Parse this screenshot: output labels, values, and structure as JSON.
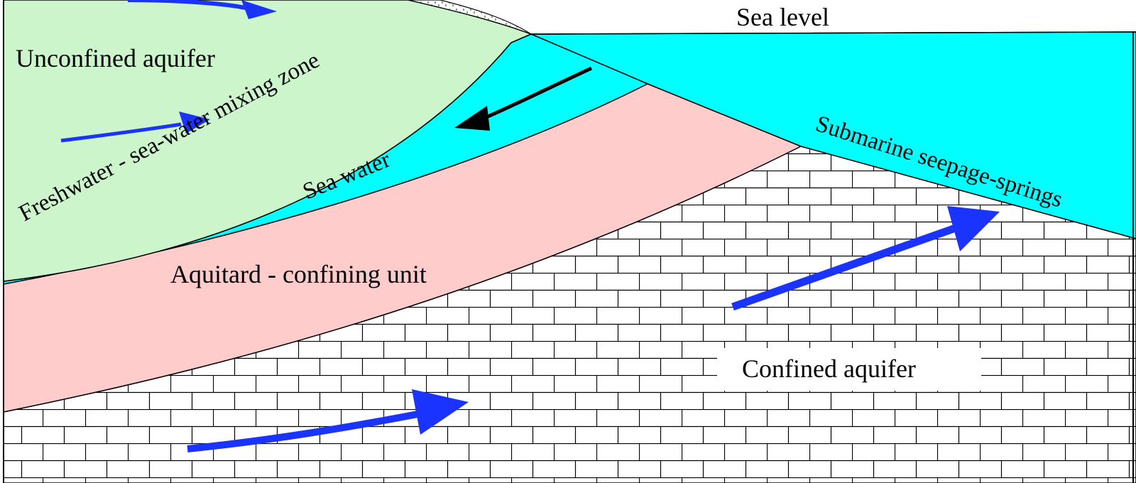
{
  "labels": {
    "sea_level": "Sea level",
    "unconfined_aquifer": "Unconfined aquifer",
    "mixing_zone": "Freshwater - sea-water mixing zone",
    "sea_water": "Sea water",
    "submarine_springs": "Submarine seepage-springs",
    "aquitard": "Aquitard - confining unit",
    "confined_aquifer": "Confined aquifer"
  },
  "colors": {
    "freshwater": "#ccf5cc",
    "sea_water": "#00ffff",
    "aquitard": "#ffcccc",
    "limestone": "#ffffff",
    "flow_arrow": "#1a33ff",
    "intrusion_arrow": "#000000",
    "outline": "#000000"
  },
  "icons": {
    "groundwater_flow": "arrow-right-icon",
    "sea_water_intrusion": "arrow-left-icon"
  }
}
